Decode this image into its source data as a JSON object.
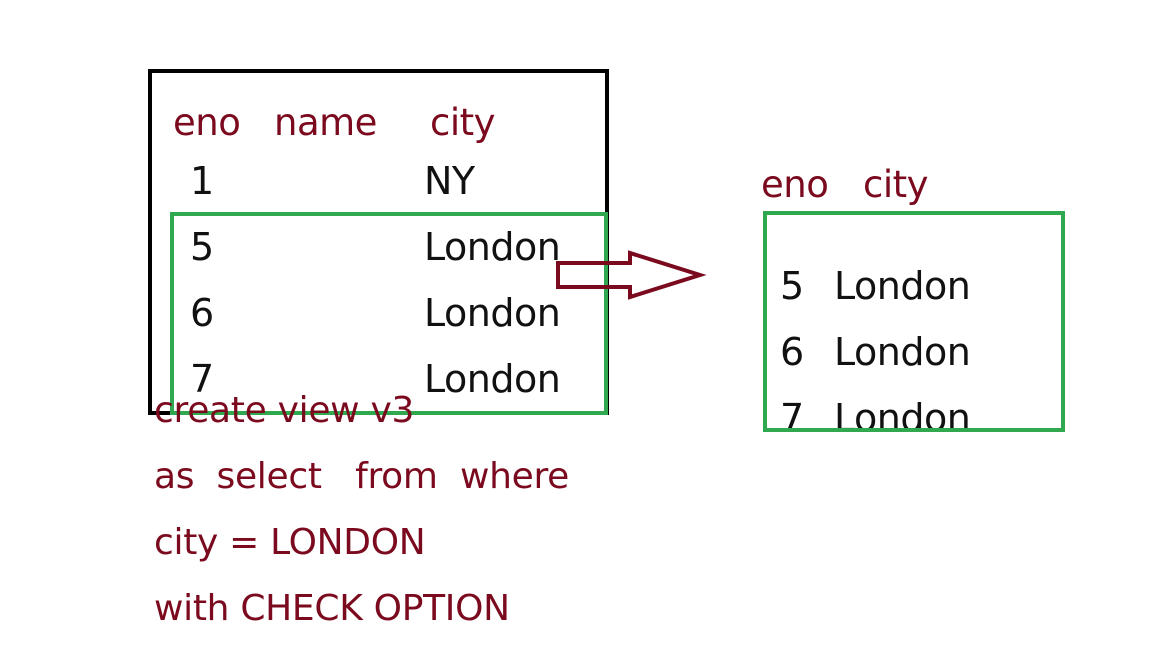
{
  "source_table": {
    "headers": [
      "eno",
      "name",
      "city"
    ],
    "rows": [
      {
        "eno": "1",
        "city": "NY"
      },
      {
        "eno": "5",
        "city": "London"
      },
      {
        "eno": "6",
        "city": "London"
      },
      {
        "eno": "7",
        "city": "London"
      }
    ]
  },
  "view_table": {
    "headers": [
      "eno",
      "city"
    ],
    "rows": [
      {
        "eno": "5",
        "city": "London"
      },
      {
        "eno": "6",
        "city": "London"
      },
      {
        "eno": "7",
        "city": "London"
      }
    ]
  },
  "sql_lines": [
    "create view v3",
    "as  select   from  where",
    "city = LONDON",
    "with CHECK OPTION"
  ],
  "colors": {
    "accent_text": "#7b0a1e",
    "highlight_box": "#2fa84f",
    "table_border": "#000000",
    "arrow": "#7b0a1e"
  }
}
